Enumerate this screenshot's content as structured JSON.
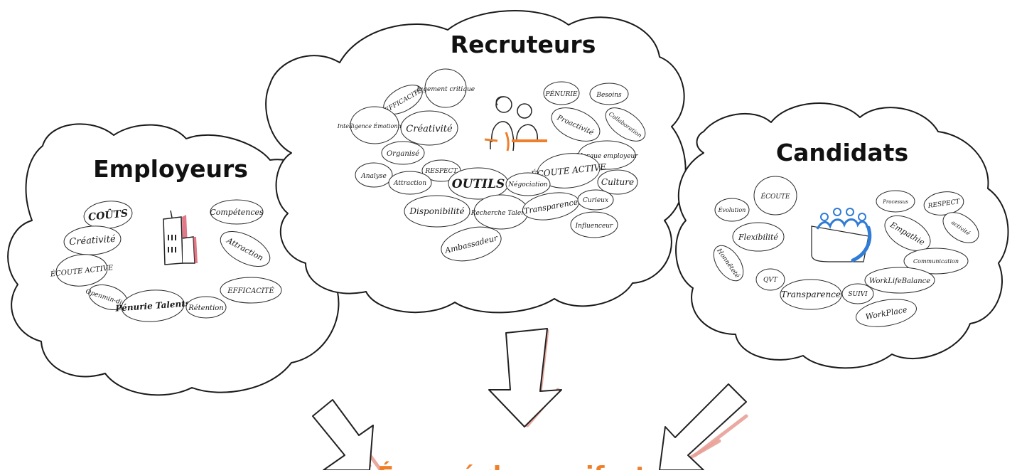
{
  "colors": {
    "accent": "#f07f2a",
    "outline": "#1a1a1a",
    "arrow_shadow": "#e8a097",
    "candidates_icon": "#2f7bd6",
    "employer_icon": "#d9586a"
  },
  "clouds": {
    "employers": {
      "title": "Employeurs",
      "icon": "building-icon",
      "keywords": [
        "COÛTS",
        "Compétences",
        "Créativité",
        "Attraction",
        "ÉCOUTE ACTIVE",
        "Openmin-ding",
        "Pénurie Talents",
        "Rétention",
        "EFFICACITÉ"
      ]
    },
    "recruiters": {
      "title": "Recruteurs",
      "icon": "recruiters-icon",
      "keywords": [
        "EFFICACITÉ",
        "Jugement critique",
        "PÉNURIE",
        "Besoins",
        "Intelligence Émotionnelle",
        "Créativité",
        "Proactivité",
        "Collaboration",
        "Organisé",
        "Marque employeur",
        "Analyse",
        "RESPECT",
        "ÉCOUTE ACTIVE",
        "Attraction",
        "OUTILS",
        "Négociation",
        "Culture",
        "Disponibilité",
        "Recherche Talents",
        "Transparence",
        "Curieux",
        "Influenceur",
        "Ambassadeur"
      ]
    },
    "candidates": {
      "title": "Candidats",
      "icon": "group-icon",
      "keywords": [
        "ÉCOUTE",
        "Processus",
        "RESPECT",
        "Évolution",
        "Flexibilité",
        "Empathie",
        "activité",
        "Honnêteté",
        "Communication",
        "QVT",
        "WorkLifeBalance",
        "Transparence",
        "SUIVI",
        "WorkPlace"
      ]
    }
  },
  "footer": {
    "headline": "Énoncé du manifeste"
  }
}
